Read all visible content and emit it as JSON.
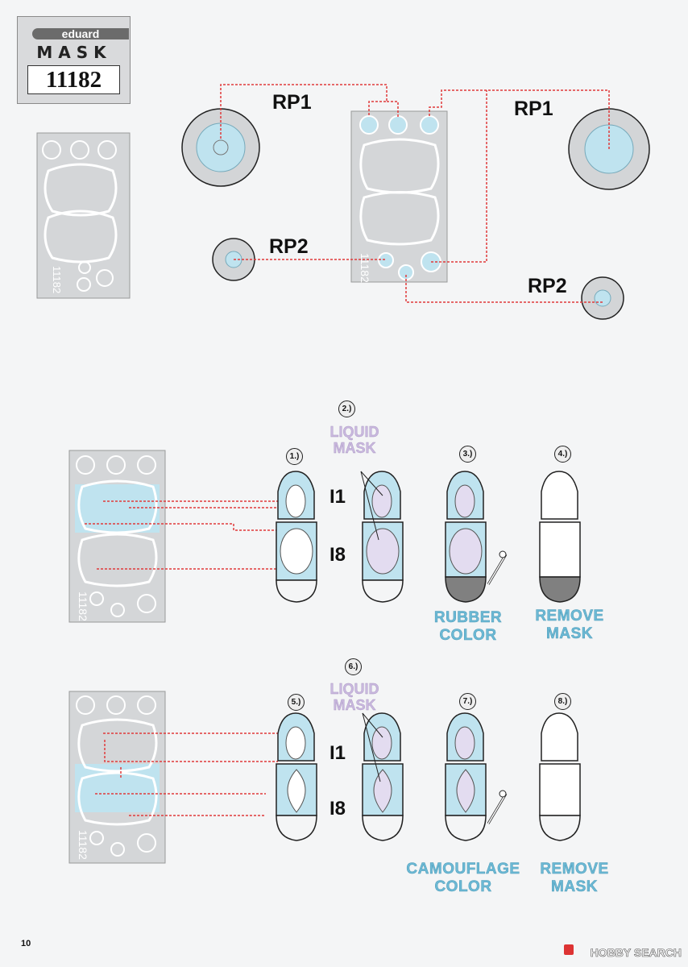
{
  "header": {
    "brand": "eduard",
    "product_line": "MASK",
    "product_code": "11182"
  },
  "labels": {
    "rp1_left": "RP1",
    "rp1_right": "RP1",
    "rp2_left": "RP2",
    "rp2_right": "RP2",
    "sheet_code": "11182"
  },
  "section_a": {
    "steps": [
      "1.)",
      "2.)",
      "3.)",
      "4.)"
    ],
    "liquid_mask": [
      "LIQUID",
      "MASK"
    ],
    "mask_i1": "I1",
    "mask_i8": "I8",
    "color_label": [
      "RUBBER",
      "COLOR"
    ],
    "remove_label": [
      "REMOVE",
      "MASK"
    ]
  },
  "section_b": {
    "steps": [
      "5.)",
      "6.)",
      "7.)",
      "8.)"
    ],
    "liquid_mask": [
      "LIQUID",
      "MASK"
    ],
    "mask_i1": "I1",
    "mask_i8": "I8",
    "color_label": [
      "CAMOUFLAGE",
      "COLOR"
    ],
    "remove_label": [
      "REMOVE",
      "MASK"
    ]
  },
  "footer": {
    "page_number": "10",
    "watermark": "HOBBY SEARCH"
  },
  "colors": {
    "mask_blue": "#bfe3ef",
    "liquid_lavender": "#e3dcf0",
    "leader_red": "#e03a3a",
    "rubber_gray": "#808080",
    "sheet_gray": "#d4d6d8"
  }
}
